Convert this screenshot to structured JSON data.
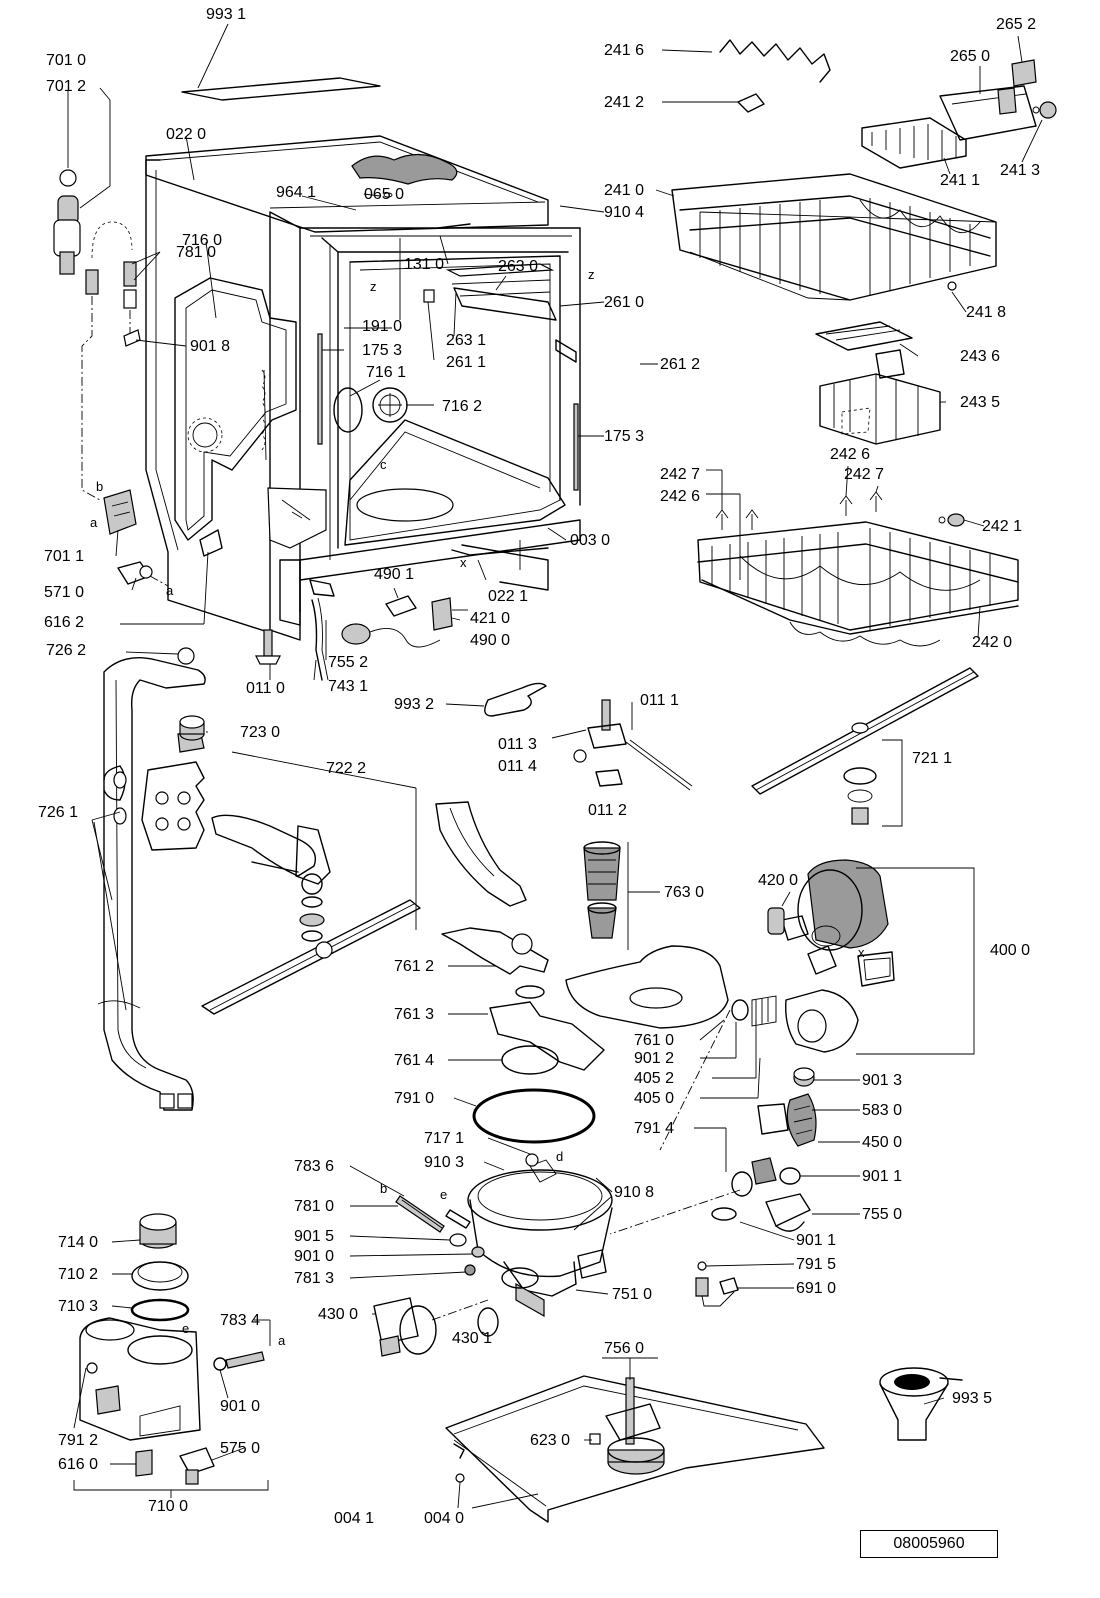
{
  "document_number": "08005960",
  "callouts": [
    {
      "id": "c9931",
      "text": "993 1"
    },
    {
      "id": "c7010",
      "text": "701 0"
    },
    {
      "id": "c7012",
      "text": "701 2"
    },
    {
      "id": "c0220",
      "text": "022 0"
    },
    {
      "id": "c9641",
      "text": "964 1"
    },
    {
      "id": "c0650",
      "text": "065 0"
    },
    {
      "id": "c7160",
      "text": "716 0"
    },
    {
      "id": "c7810a",
      "text": "781 0"
    },
    {
      "id": "c1310",
      "text": "131 0"
    },
    {
      "id": "c2630",
      "text": "263 0"
    },
    {
      "id": "c2610",
      "text": "261 0"
    },
    {
      "id": "c1910",
      "text": "191 0"
    },
    {
      "id": "c2631",
      "text": "263 1"
    },
    {
      "id": "c9018",
      "text": "901 8"
    },
    {
      "id": "c1753a",
      "text": "175 3"
    },
    {
      "id": "c2611",
      "text": "261 1"
    },
    {
      "id": "c2612",
      "text": "261 2"
    },
    {
      "id": "c7161",
      "text": "716 1"
    },
    {
      "id": "c7162",
      "text": "716 2"
    },
    {
      "id": "c1753b",
      "text": "175 3"
    },
    {
      "id": "c7011",
      "text": "701 1"
    },
    {
      "id": "c0030",
      "text": "003 0"
    },
    {
      "id": "c5710",
      "text": "571 0"
    },
    {
      "id": "c4901",
      "text": "490 1"
    },
    {
      "id": "c0221",
      "text": "022 1"
    },
    {
      "id": "c6162a",
      "text": "616 2"
    },
    {
      "id": "c4210",
      "text": "421 0"
    },
    {
      "id": "c4900",
      "text": "490 0"
    },
    {
      "id": "c7262",
      "text": "726 2"
    },
    {
      "id": "c7552",
      "text": "755 2"
    },
    {
      "id": "c0110",
      "text": "011 0"
    },
    {
      "id": "c7431",
      "text": "743 1"
    },
    {
      "id": "c9932",
      "text": "993 2"
    },
    {
      "id": "c0111",
      "text": "011 1"
    },
    {
      "id": "c7230",
      "text": "723 0"
    },
    {
      "id": "c0113",
      "text": "011 3"
    },
    {
      "id": "c0114",
      "text": "011 4"
    },
    {
      "id": "c7222",
      "text": "722 2"
    },
    {
      "id": "c0112",
      "text": "011 2"
    },
    {
      "id": "c7261",
      "text": "726 1"
    },
    {
      "id": "c7630",
      "text": "763 0"
    },
    {
      "id": "c4200",
      "text": "420 0"
    },
    {
      "id": "c7612",
      "text": "761 2"
    },
    {
      "id": "c7613",
      "text": "761 3"
    },
    {
      "id": "c7614",
      "text": "761 4"
    },
    {
      "id": "c7610",
      "text": "761 0"
    },
    {
      "id": "c9012",
      "text": "901 2"
    },
    {
      "id": "c4052",
      "text": "405 2"
    },
    {
      "id": "c4050",
      "text": "405 0"
    },
    {
      "id": "c7910",
      "text": "791 0"
    },
    {
      "id": "c9013",
      "text": "901 3"
    },
    {
      "id": "c5830",
      "text": "583 0"
    },
    {
      "id": "c7914",
      "text": "791 4"
    },
    {
      "id": "c4500",
      "text": "450 0"
    },
    {
      "id": "c7171",
      "text": "717 1"
    },
    {
      "id": "c9103",
      "text": "910 3"
    },
    {
      "id": "c7836",
      "text": "783 6"
    },
    {
      "id": "c9108",
      "text": "910 8"
    },
    {
      "id": "c9011a",
      "text": "901 1"
    },
    {
      "id": "c7810b",
      "text": "781 0"
    },
    {
      "id": "c7550",
      "text": "755 0"
    },
    {
      "id": "c9015",
      "text": "901 5"
    },
    {
      "id": "c9011b",
      "text": "901 1"
    },
    {
      "id": "c9010a",
      "text": "901 0"
    },
    {
      "id": "c7813",
      "text": "781 3"
    },
    {
      "id": "c7915",
      "text": "791 5"
    },
    {
      "id": "c7510",
      "text": "751 0"
    },
    {
      "id": "c6910",
      "text": "691 0"
    },
    {
      "id": "c7140",
      "text": "714 0"
    },
    {
      "id": "c7102",
      "text": "710 2"
    },
    {
      "id": "c7103",
      "text": "710 3"
    },
    {
      "id": "c7834",
      "text": "783 4"
    },
    {
      "id": "c4300",
      "text": "430 0"
    },
    {
      "id": "c4301",
      "text": "430 1"
    },
    {
      "id": "c7560",
      "text": "756 0"
    },
    {
      "id": "c9935",
      "text": "993 5"
    },
    {
      "id": "c9010b",
      "text": "901 0"
    },
    {
      "id": "c7912",
      "text": "791 2"
    },
    {
      "id": "c6230",
      "text": "623 0"
    },
    {
      "id": "c5750",
      "text": "575 0"
    },
    {
      "id": "c6160",
      "text": "616 0"
    },
    {
      "id": "c7100",
      "text": "710 0"
    },
    {
      "id": "c0041",
      "text": "004 1"
    },
    {
      "id": "c0040",
      "text": "004 0"
    },
    {
      "id": "c2416",
      "text": "241 6"
    },
    {
      "id": "c2652",
      "text": "265 2"
    },
    {
      "id": "c2650",
      "text": "265 0"
    },
    {
      "id": "c2412",
      "text": "241 2"
    },
    {
      "id": "c2411",
      "text": "241 1"
    },
    {
      "id": "c2413",
      "text": "241 3"
    },
    {
      "id": "c2410",
      "text": "241 0"
    },
    {
      "id": "c9104",
      "text": "910 4"
    },
    {
      "id": "c2418",
      "text": "241 8"
    },
    {
      "id": "c2436",
      "text": "243 6"
    },
    {
      "id": "c2435",
      "text": "243 5"
    },
    {
      "id": "c2427a",
      "text": "242 7"
    },
    {
      "id": "c2426a",
      "text": "242 6"
    },
    {
      "id": "c2426b",
      "text": "242 6"
    },
    {
      "id": "c2427b",
      "text": "242 7"
    },
    {
      "id": "c2421",
      "text": "242 1"
    },
    {
      "id": "c2420",
      "text": "242 0"
    },
    {
      "id": "c7211",
      "text": "721 1"
    },
    {
      "id": "c4000",
      "text": "400 0"
    }
  ],
  "letters": [
    {
      "id": "lz1",
      "text": "z"
    },
    {
      "id": "lz2",
      "text": "z"
    },
    {
      "id": "lc",
      "text": "c"
    },
    {
      "id": "lx1",
      "text": "x"
    },
    {
      "id": "lb1",
      "text": "b"
    },
    {
      "id": "la1",
      "text": "a"
    },
    {
      "id": "la2",
      "text": "a"
    },
    {
      "id": "lx2",
      "text": "x"
    },
    {
      "id": "ld",
      "text": "d"
    },
    {
      "id": "lb2",
      "text": "b"
    },
    {
      "id": "le1",
      "text": "e"
    },
    {
      "id": "le2",
      "text": "e"
    },
    {
      "id": "la3",
      "text": "a"
    }
  ]
}
